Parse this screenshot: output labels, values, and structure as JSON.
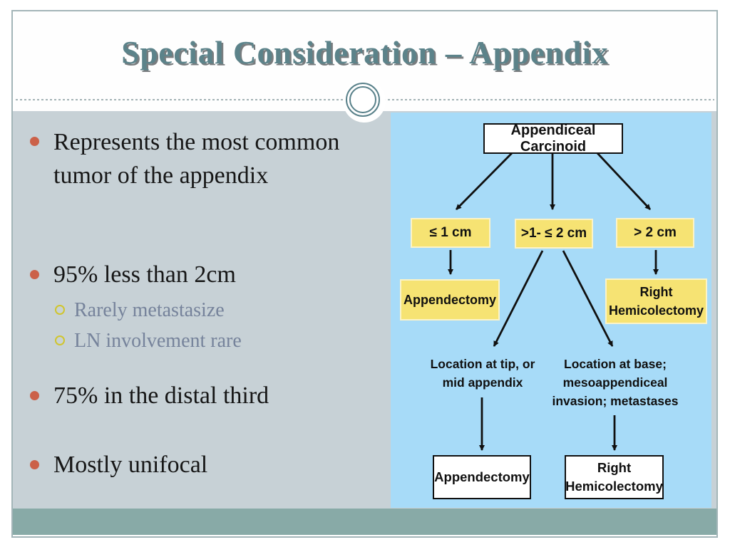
{
  "slide": {
    "title": "Special Consideration – Appendix",
    "bullets": [
      {
        "level": 1,
        "text": "Represents the most common tumor of the appendix"
      },
      {
        "level": 1,
        "text": "95% less than 2cm"
      },
      {
        "level": 2,
        "text": "Rarely metastasize"
      },
      {
        "level": 2,
        "text": "LN involvement rare"
      },
      {
        "level": 1,
        "text": "75% in the distal third"
      },
      {
        "level": 1,
        "text": "Mostly unifocal"
      }
    ]
  },
  "flowchart": {
    "root": "Appendiceal Carcinoid",
    "size_nodes": [
      {
        "label": "≤ 1 cm"
      },
      {
        "label": ">1- ≤ 2 cm"
      },
      {
        "label": "> 2 cm"
      }
    ],
    "treatment_small": "Appendectomy",
    "treatment_large": "Right Hemicolectomy",
    "condition_left": "Location at tip, or mid appendix",
    "condition_right": "Location at base; mesoappendiceal invasion; metastases",
    "outcome_left": "Appendectomy",
    "outcome_right": "Right Hemicolectomy"
  },
  "colors": {
    "title_text": "#5c838a",
    "frame_border": "#a3b5b8",
    "left_panel_bg": "#c7d1d6",
    "flowchart_bg": "#a7dbf8",
    "node_yellow": "#f6e373",
    "bullet_dot": "#cb6149",
    "sub_bullet_ring": "#d0c52e",
    "sub_text": "#76839b",
    "main_text": "#161616",
    "footer_band": "#88aaa7"
  }
}
